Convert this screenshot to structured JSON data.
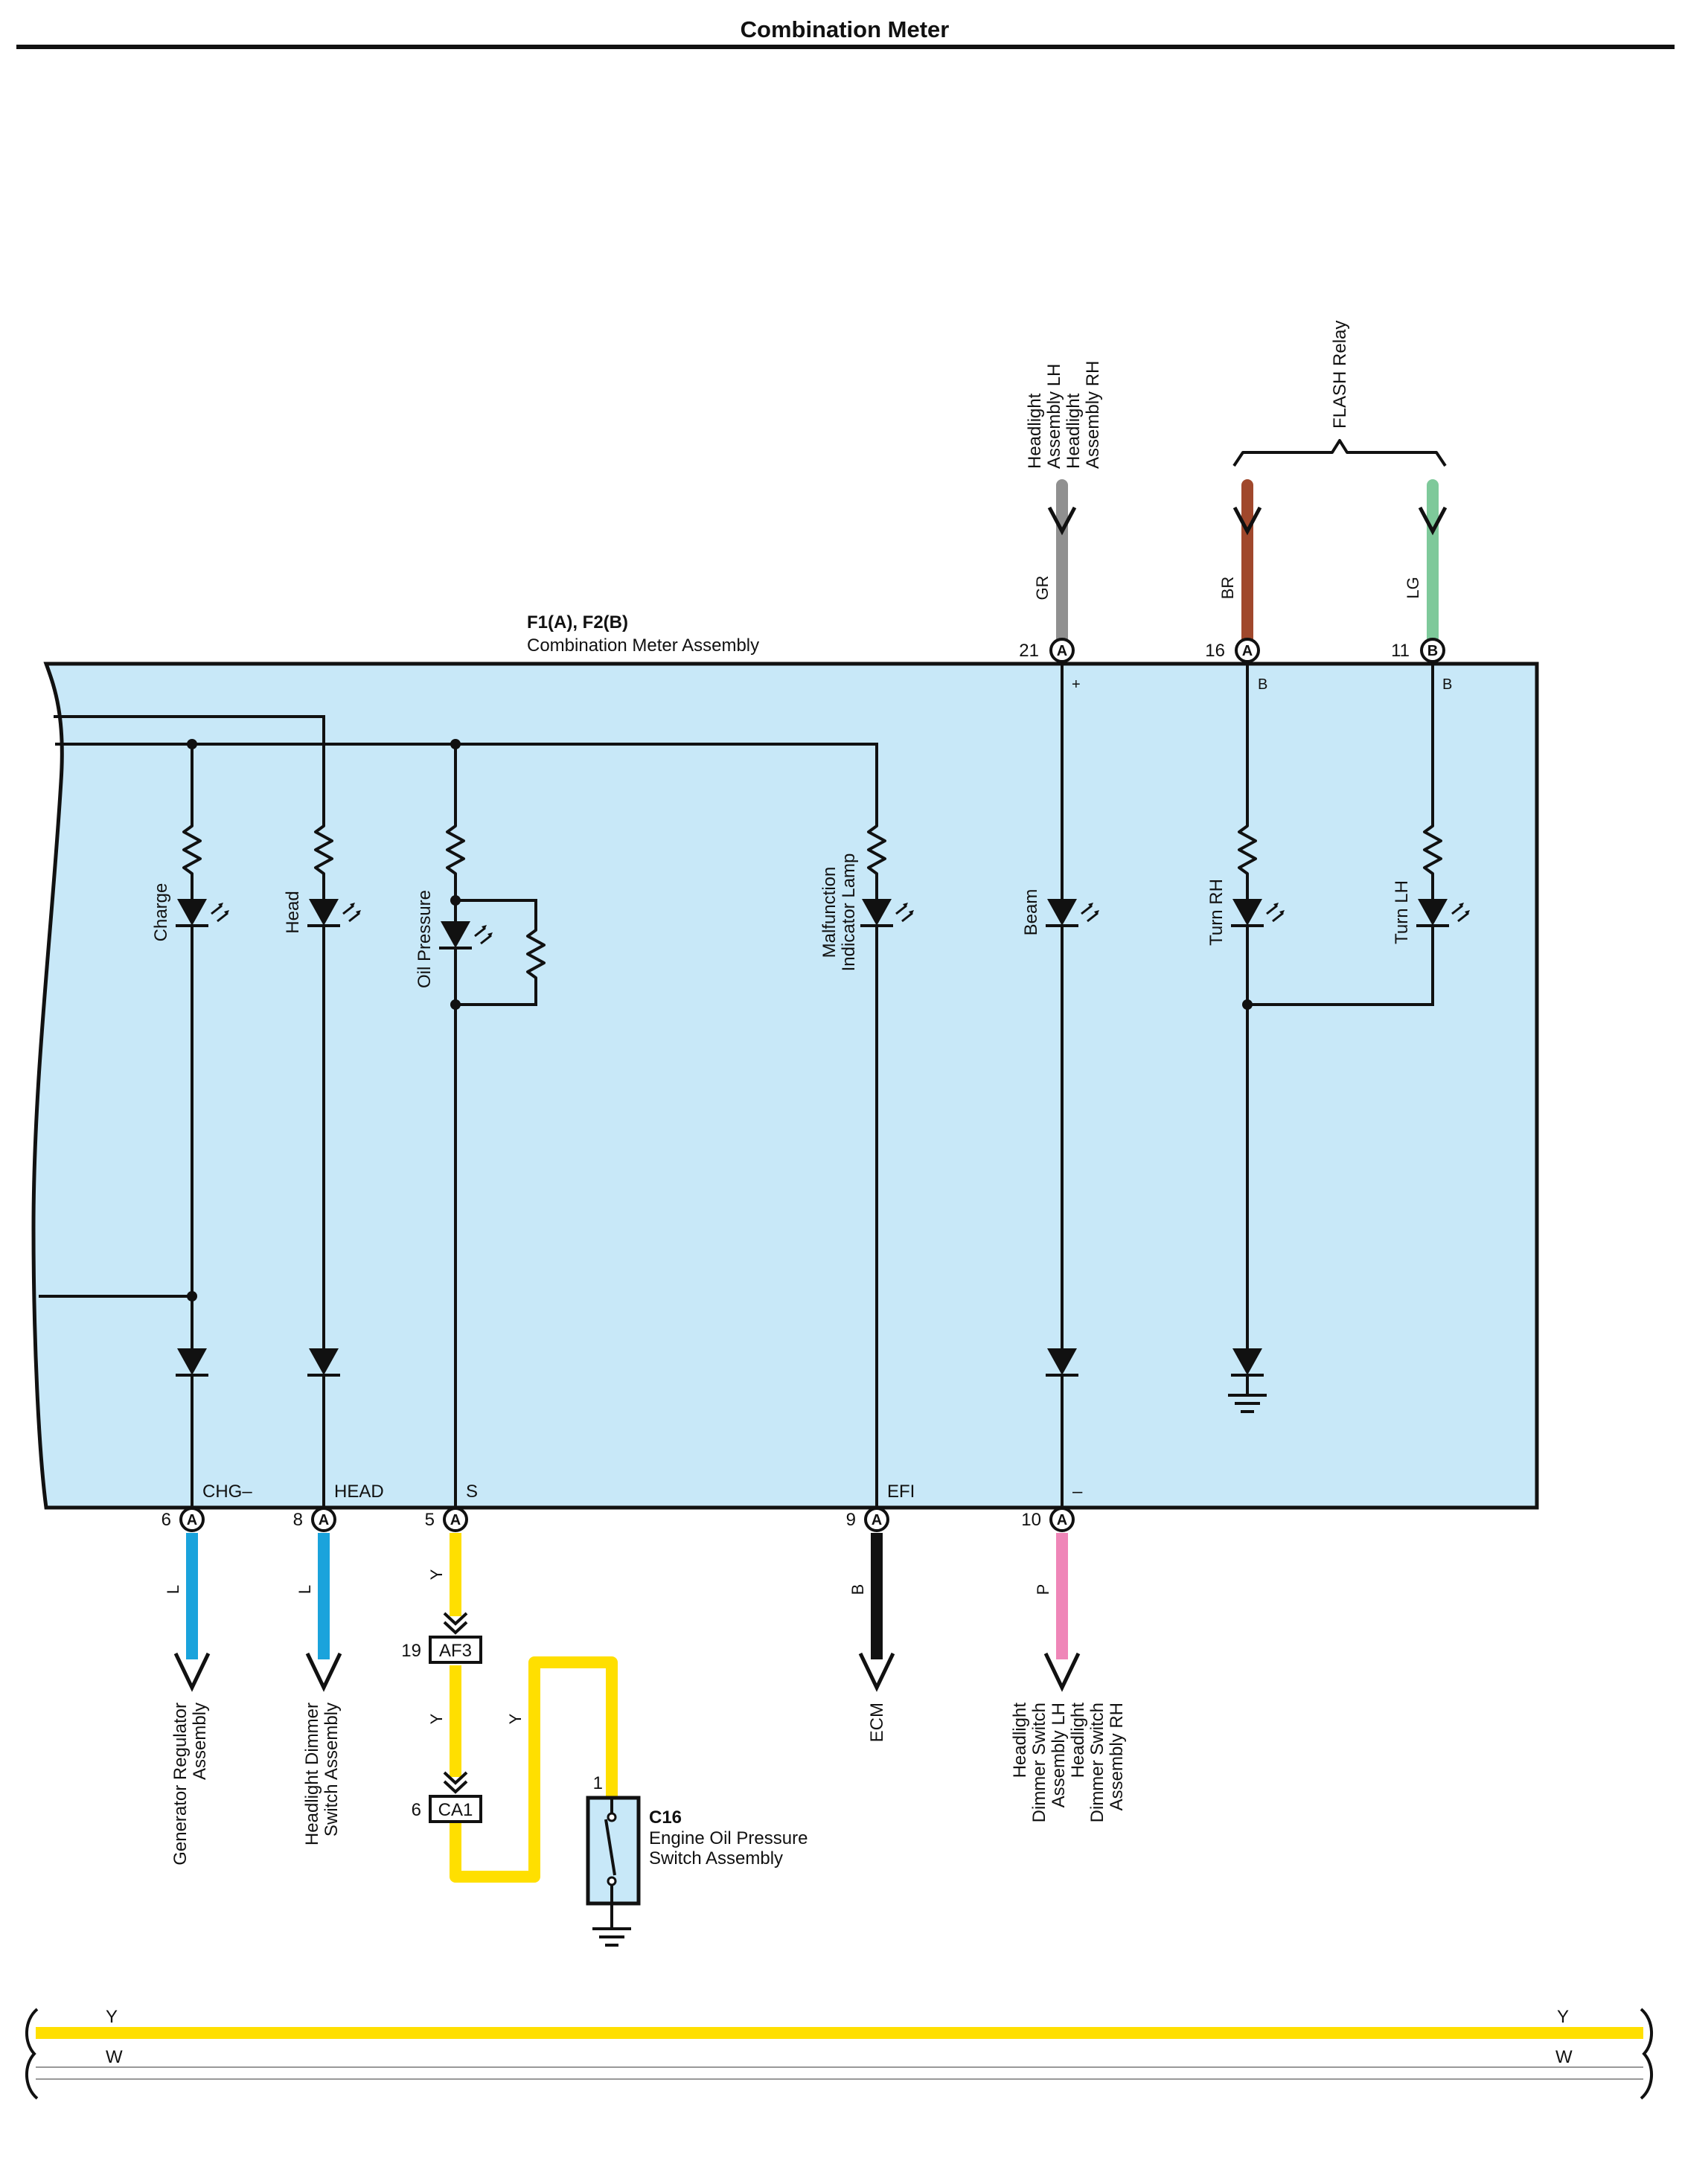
{
  "title": "Combination Meter",
  "assembly": {
    "code": "F1(A), F2(B)",
    "name": "Combination Meter Assembly"
  },
  "lamps": [
    {
      "label": "Charge"
    },
    {
      "label": "Head"
    },
    {
      "label": "Oil Pressure"
    },
    {
      "label": "Malfunction",
      "label2": "Indicator Lamp"
    },
    {
      "label": "Beam"
    },
    {
      "label": "Turn RH"
    },
    {
      "label": "Turn LH"
    }
  ],
  "bottom_pins": [
    {
      "pin": "6",
      "connector": "A",
      "terminal": "CHG–",
      "wire_color": "L",
      "dest_lines": [
        "Generator Regulator",
        "Assembly"
      ]
    },
    {
      "pin": "8",
      "connector": "A",
      "terminal": "HEAD",
      "wire_color": "L",
      "dest_lines": [
        "Headlight Dimmer",
        "Switch Assembly"
      ]
    },
    {
      "pin": "5",
      "connector": "A",
      "terminal": "S",
      "wire_color": "Y",
      "dest_lines": []
    },
    {
      "pin": "9",
      "connector": "A",
      "terminal": "EFI",
      "wire_color": "B",
      "dest_lines": [
        "ECM"
      ]
    },
    {
      "pin": "10",
      "connector": "A",
      "terminal": "–",
      "wire_color": "P",
      "dest_lines": [
        "Headlight",
        "Dimmer Switch",
        "Assembly LH",
        "Headlight",
        "Dimmer Switch",
        "Assembly RH"
      ]
    }
  ],
  "top_pins": [
    {
      "pin": "21",
      "connector": "A",
      "terminal": "+",
      "wire_color": "GR",
      "source_lines": [
        "Headlight",
        "Assembly LH",
        "Headlight",
        "Assembly RH"
      ]
    },
    {
      "pin": "16",
      "connector": "A",
      "terminal": "B",
      "wire_color": "BR"
    },
    {
      "pin": "11",
      "connector": "B",
      "terminal": "B",
      "wire_color": "LG"
    }
  ],
  "flash_relay": "FLASH Relay",
  "connectors": [
    {
      "pin": "19",
      "name": "AF3"
    },
    {
      "pin": "6",
      "name": "CA1"
    }
  ],
  "switch": {
    "code": "C16",
    "name_line1": "Engine Oil Pressure",
    "name_line2": "Switch Assembly",
    "pin": "1"
  },
  "wire_y_labels": [
    "Y",
    "Y",
    "Y"
  ],
  "bus": [
    {
      "color": "Y",
      "left_label": "Y",
      "right_label": "Y"
    },
    {
      "color": "W",
      "left_label": "W",
      "right_label": "W"
    }
  ],
  "colors": {
    "body_fill": "#c8e8f8",
    "L": "#1aa3dc",
    "Y": "#ffdf00",
    "B": "#111111",
    "P": "#ef86b8",
    "GR": "#909090",
    "BR": "#a0482c",
    "LG": "#7ec99a"
  }
}
